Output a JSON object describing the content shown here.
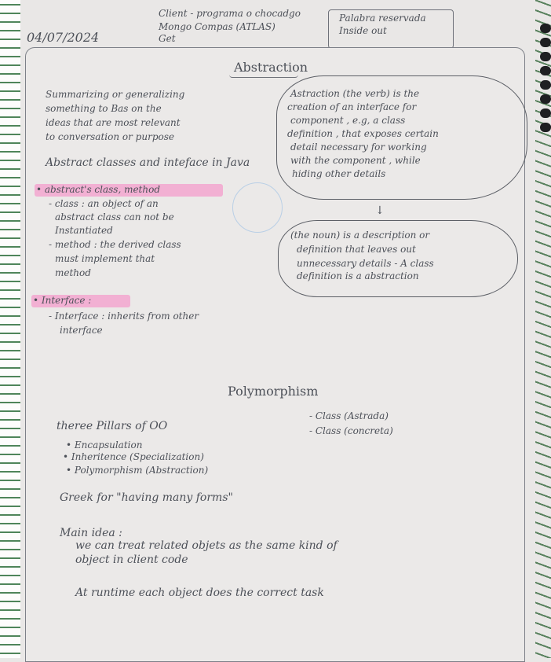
{
  "date": "04/07/2024",
  "header": {
    "line1": "Client - programa o chocadgo",
    "line2": "Mongo Compas (ATLAS)",
    "line3": "Get",
    "box_line1": "Palabra reservada",
    "box_line2": "Inside out"
  },
  "abstraction": {
    "title": "Abstraction",
    "summary": [
      "Summarizing or generalizing",
      "something to Bas on the",
      "ideas that are most relevant",
      "to conversation or purpose"
    ],
    "subheading": "Abstract classes and inteface in Java",
    "bullet1": "• abstract's class, method",
    "bullet1_items": [
      "- class : an object of an",
      "abstract class can not be",
      "Instantiated",
      "- method : the derived class",
      "must implement that",
      "method"
    ],
    "bullet2": "• Interface :",
    "bullet2_items": [
      "- Interface : inherits from other",
      "interface"
    ],
    "cloud_top": [
      "Astraction (the verb) is the",
      "creation of an interface for",
      "component , e.g, a class",
      "definition , that exposes certain",
      "detail necessary for working",
      "with the component , while",
      "hiding other details"
    ],
    "arrow": "↓",
    "cloud_bottom": [
      "(the noun) is a description or",
      "definition that leaves out",
      "unnecessary details - A class",
      "definition is a abstraction"
    ]
  },
  "polymorphism": {
    "title": "Polymorphism",
    "pillars": "theree Pillars of OO",
    "items": [
      "• Encapsulation",
      "• Inheritence (Specialization)",
      "• Polymorphism (Abstraction)"
    ],
    "classes": [
      "- Class (Astrada)",
      "- Class (concreta)"
    ],
    "greek": "Greek for \"having many forms\"",
    "main_label": "Main idea :",
    "main_lines": [
      "we can treat related objets as the same kind of",
      "object in client code"
    ],
    "runtime": "At runtime each object does the correct task"
  }
}
